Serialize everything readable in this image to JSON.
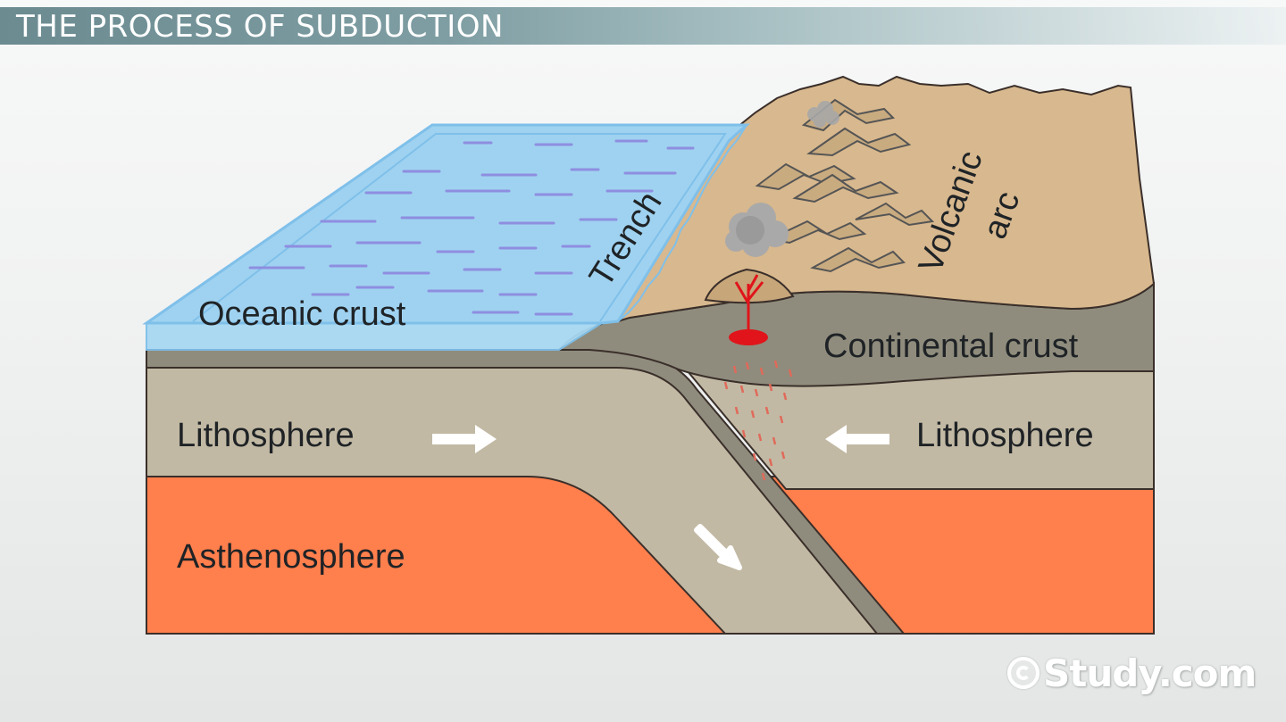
{
  "header": {
    "title": "THE PROCESS OF SUBDUCTION"
  },
  "diagram": {
    "labels": {
      "oceanic_crust": "Oceanic crust",
      "trench": "Trench",
      "volcanic_arc_line1": "Volcanic",
      "volcanic_arc_line2": "arc",
      "continental_crust": "Continental crust",
      "lithosphere_left": "Lithosphere",
      "lithosphere_right": "Lithosphere",
      "asthenosphere": "Asthenosphere"
    },
    "arrows": [
      {
        "name": "lithosphere-left-arrow",
        "direction": "right"
      },
      {
        "name": "lithosphere-right-arrow",
        "direction": "left"
      },
      {
        "name": "subducting-plate-arrow",
        "direction": "down-right"
      }
    ],
    "colors": {
      "ocean": "#9fd2f0",
      "ocean_edge": "#7fc0ea",
      "wave": "#8e8ee0",
      "land": "#d8b88e",
      "crust": "#8f8c7d",
      "lithosphere": "#c2b9a4",
      "asthenosphere": "#ff7f4d",
      "magma": "#e0141a"
    }
  },
  "watermark": {
    "text": "Study.com",
    "icon": "copyright-icon"
  }
}
